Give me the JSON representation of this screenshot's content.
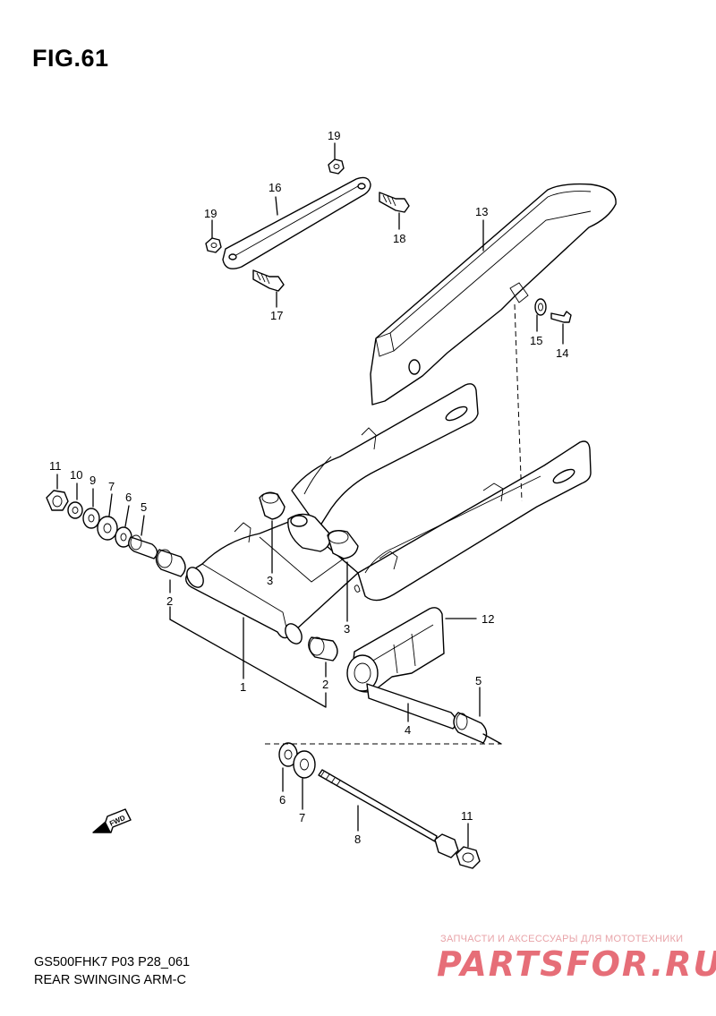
{
  "figure": {
    "title": "FIG.61"
  },
  "footer": {
    "code": "GS500FHK7 P03 P28_061",
    "title": "REAR SWINGING ARM-C"
  },
  "watermark": {
    "caption": "ЗАПЧАСТИ И АКСЕССУАРЫ ДЛЯ МОТОТЕХНИКИ",
    "logo": "PARTSFOR.RU"
  },
  "arrow": {
    "label": "FWD"
  },
  "part_labels": {
    "p1": "1",
    "p2a": "2",
    "p2b": "2",
    "p3a": "3",
    "p3b": "3",
    "p4": "4",
    "p5a": "5",
    "p5b": "5",
    "p6a": "6",
    "p6b": "6",
    "p7a": "7",
    "p7b": "7",
    "p8": "8",
    "p9": "9",
    "p10": "10",
    "p11a": "11",
    "p11b": "11",
    "p12": "12",
    "p13": "13",
    "p14": "14",
    "p15": "15",
    "p16": "16",
    "p17": "17",
    "p18": "18",
    "p19a": "19",
    "p19b": "19"
  }
}
